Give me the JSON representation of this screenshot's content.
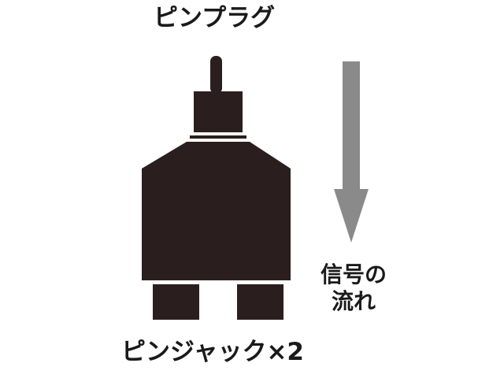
{
  "labels": {
    "plug": "ピンプラグ",
    "jack": "ピンジャック×2",
    "flow_line1": "信号の",
    "flow_line2": "流れ"
  },
  "colors": {
    "adapter_body": "#2a1f1e",
    "arrow": "#8a8a8a",
    "text": "#1a1a1a",
    "background": "#ffffff"
  }
}
